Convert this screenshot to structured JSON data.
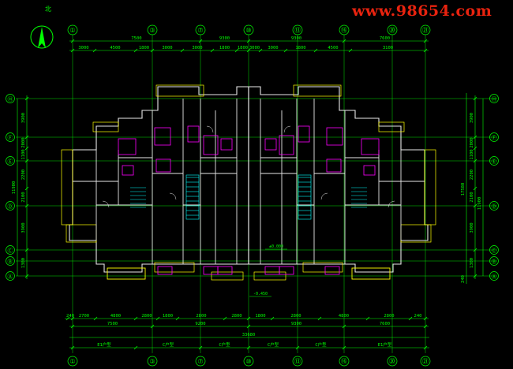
{
  "watermark": "www.98654.com",
  "north_label": "北",
  "colors": {
    "background": "#000000",
    "dimension": "#00ff00",
    "axis": "#00e000",
    "wall": "#e8e8e8",
    "window": "#ffff00",
    "fixture": "#ff00ff",
    "stair": "#00ffff",
    "watermark": "#e8230f"
  },
  "axes": {
    "top": [
      "①",
      "③",
      "⑦",
      "⑩",
      "⑬",
      "⑯",
      "⑳",
      "㉑"
    ],
    "bottom": [
      "①",
      "③",
      "⑦",
      "⑩",
      "⑬",
      "⑯",
      "⑳",
      "㉑"
    ],
    "left": [
      "Ⓗ",
      "Ⓕ",
      "Ⓔ",
      "Ⓓ",
      "Ⓒ",
      "Ⓑ",
      "Ⓐ"
    ],
    "right": [
      "Ⓗ",
      "Ⓕ",
      "Ⓔ",
      "Ⓓ",
      "Ⓒ",
      "Ⓑ",
      "Ⓐ"
    ]
  },
  "dims": {
    "top_outer": [
      "7500",
      "9300",
      "9300",
      "7600"
    ],
    "top_inner": [
      "3000",
      "4500",
      "1800",
      "3000",
      "3000",
      "1800",
      "1800",
      "3000",
      "3000",
      "1800",
      "4500",
      "3100"
    ],
    "bottom_inner": [
      "240",
      "2700",
      "4800",
      "2800",
      "1800",
      "2800",
      "2800",
      "1800",
      "2800",
      "4800",
      "2800",
      "240"
    ],
    "bottom_outer": [
      "7500",
      "9200",
      "9300",
      "7600"
    ],
    "bottom_total": "33680",
    "bottom_units": [
      "E1户型",
      "C户型",
      "C户型",
      "C户型",
      "C户型",
      "E1户型"
    ],
    "left": [
      "3900",
      "2000",
      "1100",
      "2200",
      "2100",
      "3900",
      "1300"
    ],
    "left_total": "11900",
    "right": [
      "3900",
      "2000",
      "1100",
      "2200",
      "2100",
      "3900",
      "1300"
    ],
    "right_total": "11900",
    "right_total2": "17580",
    "right_extra": "240"
  },
  "levels": {
    "floor": "±0.000",
    "outdoor": "-0.450"
  }
}
